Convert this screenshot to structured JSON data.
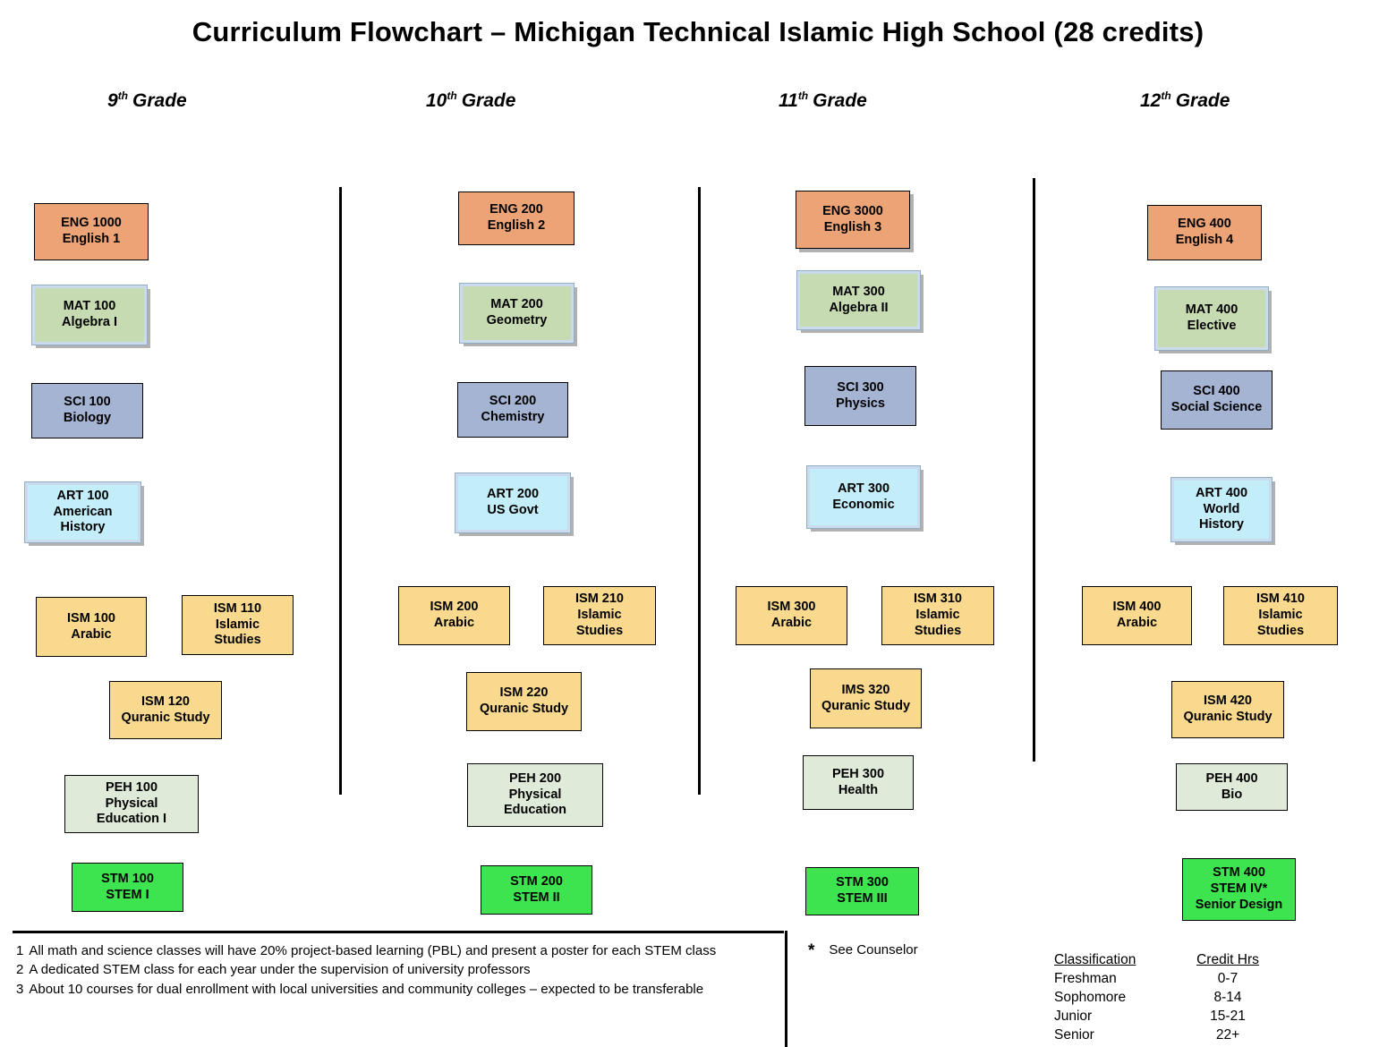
{
  "title": "Curriculum Flowchart – Michigan Technical Islamic High School (28 credits)",
  "grades": [
    {
      "num": "9",
      "sup": "th",
      "word": "Grade"
    },
    {
      "num": "10",
      "sup": "th",
      "word": "Grade"
    },
    {
      "num": "11",
      "sup": "th",
      "word": "Grade"
    },
    {
      "num": "12",
      "sup": "th",
      "word": "Grade"
    }
  ],
  "columns": [
    {
      "grade": "9th Grade",
      "courses": [
        {
          "code": "ENG 1000",
          "title": "English 1",
          "subject": "english"
        },
        {
          "code": "MAT 100",
          "title": "Algebra I",
          "subject": "math"
        },
        {
          "code": "SCI 100",
          "title": "Biology",
          "subject": "science"
        },
        {
          "code": "ART 100",
          "title": "American History",
          "subject": "social"
        },
        {
          "code": "ISM 100",
          "title": "Arabic",
          "subject": "islamic"
        },
        {
          "code": "ISM 110",
          "title": "Islamic Studies",
          "subject": "islamic"
        },
        {
          "code": "ISM 120",
          "title": "Quranic Study",
          "subject": "islamic"
        },
        {
          "code": "PEH 100",
          "title": "Physical Education I",
          "subject": "pe"
        },
        {
          "code": "STM 100",
          "title": "STEM I",
          "subject": "stem"
        }
      ]
    },
    {
      "grade": "10th Grade",
      "courses": [
        {
          "code": "ENG 200",
          "title": "English 2",
          "subject": "english"
        },
        {
          "code": "MAT 200",
          "title": "Geometry",
          "subject": "math"
        },
        {
          "code": "SCI 200",
          "title": "Chemistry",
          "subject": "science"
        },
        {
          "code": "ART 200",
          "title": "US Govt",
          "subject": "social"
        },
        {
          "code": "ISM 200",
          "title": "Arabic",
          "subject": "islamic"
        },
        {
          "code": "ISM 210",
          "title": "Islamic Studies",
          "subject": "islamic"
        },
        {
          "code": "ISM 220",
          "title": "Quranic Study",
          "subject": "islamic"
        },
        {
          "code": "PEH 200",
          "title": "Physical Education",
          "subject": "pe"
        },
        {
          "code": "STM 200",
          "title": "STEM II",
          "subject": "stem"
        }
      ]
    },
    {
      "grade": "11th Grade",
      "courses": [
        {
          "code": "ENG 3000",
          "title": "English 3",
          "subject": "english"
        },
        {
          "code": "MAT 300",
          "title": "Algebra II",
          "subject": "math"
        },
        {
          "code": "SCI 300",
          "title": "Physics",
          "subject": "science"
        },
        {
          "code": "ART 300",
          "title": "Economic",
          "subject": "social"
        },
        {
          "code": "ISM 300",
          "title": "Arabic",
          "subject": "islamic"
        },
        {
          "code": "ISM 310",
          "title": "Islamic Studies",
          "subject": "islamic"
        },
        {
          "code": "IMS 320",
          "title": "Quranic Study",
          "subject": "islamic"
        },
        {
          "code": "PEH 300",
          "title": "Health",
          "subject": "pe"
        },
        {
          "code": "STM 300",
          "title": "STEM III",
          "subject": "stem"
        }
      ]
    },
    {
      "grade": "12th Grade",
      "courses": [
        {
          "code": "ENG 400",
          "title": "English 4",
          "subject": "english"
        },
        {
          "code": "MAT 400",
          "title": "Elective",
          "subject": "math"
        },
        {
          "code": "SCI 400",
          "title": "Social Science",
          "subject": "science"
        },
        {
          "code": "ART 400",
          "title": "World History",
          "subject": "social"
        },
        {
          "code": "ISM 400",
          "title": "Arabic",
          "subject": "islamic"
        },
        {
          "code": "ISM 410",
          "title": "Islamic Studies",
          "subject": "islamic"
        },
        {
          "code": "ISM 420",
          "title": "Quranic Study",
          "subject": "islamic"
        },
        {
          "code": "PEH 400",
          "title": "Bio",
          "subject": "pe"
        },
        {
          "code": "STM 400",
          "title": "STEM IV*",
          "extra": "Senior Design",
          "subject": "stem"
        }
      ]
    }
  ],
  "footnotes": [
    {
      "num": "1",
      "text": "All math and science classes will have 20% project-based learning (PBL) and present a poster for each STEM class"
    },
    {
      "num": "2",
      "text": "A dedicated STEM class for each year under the supervision of university professors"
    },
    {
      "num": "3",
      "text": "About 10 courses for dual enrollment with local universities and community colleges – expected to be transferable"
    }
  ],
  "counselor_note": {
    "star": "*",
    "text": "See Counselor"
  },
  "classification_table": {
    "headers": [
      "Classification",
      "Credit Hrs"
    ],
    "rows": [
      [
        "Freshman",
        "0-7"
      ],
      [
        "Sophomore",
        "8-14"
      ],
      [
        "Junior",
        "15-21"
      ],
      [
        "Senior",
        "22+"
      ]
    ]
  },
  "colors": {
    "english": "#ECA477",
    "math": "#C7DBB2",
    "science": "#A6B4D4",
    "social": "#C3EDF8",
    "islamic": "#F8D98E",
    "pe": "#DFEBD8",
    "stem": "#3EE44F"
  }
}
